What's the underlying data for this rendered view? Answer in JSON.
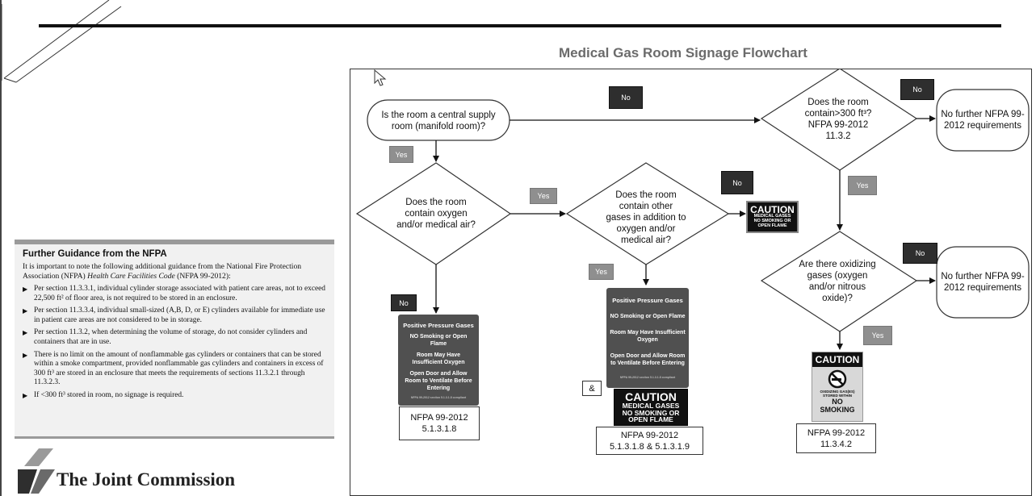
{
  "chart": {
    "title": "Medical Gas Room Signage Flowchart"
  },
  "nodes": {
    "q_central": "Is the room a central supply room (manifold room)?",
    "q_oxygen": "Does the room contain oxygen and/or medical air?",
    "q_other": "Does the room contain other gases in addition to oxygen and/or medical air?",
    "q_300": [
      "Does the room",
      "contain>300 ft³?",
      "NFPA 99-2012",
      "11.3.2"
    ],
    "q_oxidizing": "Are there oxidizing gases (oxygen and/or nitrous oxide)?",
    "end_1": "No further NFPA 99-2012 requirements",
    "end_2": "No further NFPA 99-2012 requirements"
  },
  "tags": {
    "yes": "Yes",
    "no": "No"
  },
  "refs": {
    "left": [
      "NFPA 99-2012",
      "5.1.3.1.8"
    ],
    "middle": [
      "NFPA 99-2012",
      "5.1.3.1.8 & 5.1.3.1.9"
    ],
    "right": [
      "NFPA 99-2012",
      "11.3.4.2"
    ]
  },
  "ampersand": "&",
  "signs": {
    "pressure": {
      "title": "Positive Pressure Gases",
      "line1": "NO Smoking or Open Flame",
      "line2": "Room May Have Insufficient Oxygen",
      "line3": "Open Door and Allow Room to Ventilate Before Entering",
      "fine": "NFPA 99-2012 section 5.1.3.1.8 compliant"
    },
    "caution_small": {
      "head": "CAUTION",
      "l1": "MEDICAL GASES",
      "l2": "NO SMOKING OR",
      "l3": "OPEN FLAME"
    },
    "caution_large": {
      "head": "CAUTION",
      "l1": "MEDICAL GASES",
      "l2": "NO SMOKING OR",
      "l3": "OPEN FLAME"
    },
    "oxidizing": {
      "head": "CAUTION",
      "small1": "OXIDIZING GAS(ES)",
      "small2": "STORED WITHIN",
      "no": "NO",
      "smoking": "SMOKING"
    }
  },
  "guidance": {
    "heading": "Further Guidance from the NFPA",
    "intro_1": "It is important to note the following additional guidance from the National Fire Protection Association (NFPA) ",
    "intro_code": "Health Care Facilities Code",
    "intro_2": " (NFPA 99-2012):",
    "bullet": "▶",
    "items": [
      "Per section 11.3.3.1, individual cylinder storage associated with patient care areas, not to exceed 22,500 ft² of floor area, is not required to be stored in an enclosure.",
      "Per section 11.3.3.4, individual small-sized (A,B, D, or E) cylinders available for immediate use in patient care areas are not considered to be in storage.",
      "Per section 11.3.2, when determining the volume of storage, do not consider cylinders and containers that are in use.",
      "There is no limit on the amount of nonflammable gas cylinders or containers that can be stored within a smoke compartment, provided nonflammable gas cylinders and containers in excess of 300 ft³ are stored in an enclosure that meets the requirements of sections 11.3.2.1 through 11.3.2.3.",
      "If <300 ft³ stored in room, no signage is required."
    ]
  },
  "logo": {
    "text": "The Joint Commission"
  },
  "colors": {
    "tag_yes": "#8f8f8f",
    "tag_no": "#2e2e2e",
    "title_gray": "#6b6b6b",
    "sign_gray": "#505050"
  }
}
